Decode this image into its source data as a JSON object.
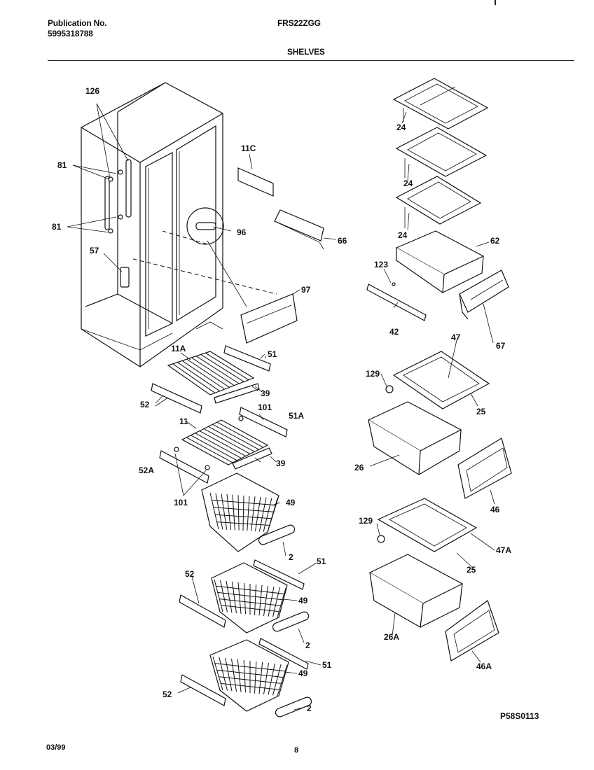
{
  "header": {
    "publication_label": "Publication No.",
    "publication_number": "5995318788",
    "model": "FRS22ZGG",
    "section": "SHELVES"
  },
  "callouts": {
    "c126": "126",
    "c81a": "81",
    "c81b": "81",
    "c57": "57",
    "c11c": "11C",
    "c96": "96",
    "c66": "66",
    "c97": "97",
    "c11a": "11A",
    "c51a": "51",
    "c39a": "39",
    "c52a": "52",
    "c101a": "101",
    "c51aa": "51A",
    "c11": "11",
    "c39b": "39",
    "c52aa": "52A",
    "c101b": "101",
    "c49a": "49",
    "c2a": "2",
    "c51b": "51",
    "c52b": "52",
    "c49b": "49",
    "c2b": "2",
    "c51c": "51",
    "c49c": "49",
    "c52c": "52",
    "c2c": "2",
    "c24a": "24",
    "c24b": "24",
    "c24c": "24",
    "c62": "62",
    "c123": "123",
    "c67": "67",
    "c42": "42",
    "c47": "47",
    "c129a": "129",
    "c25a": "25",
    "c26": "26",
    "c46": "46",
    "c129b": "129",
    "c47a": "47A",
    "c25b": "25",
    "c26a": "26A",
    "c46a": "46A"
  },
  "footer": {
    "date": "03/99",
    "page": "8",
    "drawing_code": "P58S0113"
  }
}
